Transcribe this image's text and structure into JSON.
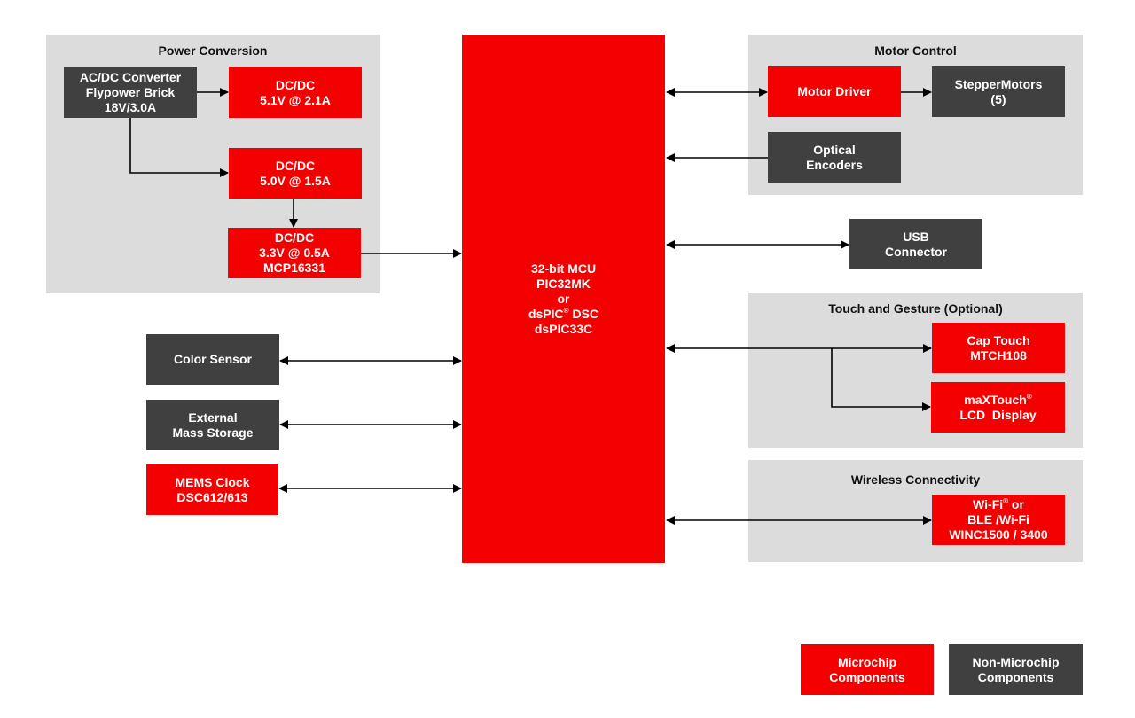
{
  "colors": {
    "microchip_red": "#f50000",
    "non_microchip_gray": "#404040",
    "group_bg": "#dcdcdc"
  },
  "groups": {
    "power": {
      "title": "Power Conversion"
    },
    "motor": {
      "title": "Motor Control"
    },
    "touch": {
      "title": "Touch and Gesture (Optional)"
    },
    "wireless": {
      "title": "Wireless Connectivity"
    }
  },
  "blocks": {
    "acdc": "AC/DC Converter\nFlypower Brick\n18V/3.0A",
    "dcdc_51": "DC/DC\n5.1V @ 2.1A",
    "dcdc_50": "DC/DC\n5.0V @ 1.5A",
    "dcdc_33": "DC/DC\n3.3V @ 0.5A\nMCP16331",
    "mcu_line1": "32-bit MCU",
    "mcu_line2": "PIC32MK",
    "mcu_line3": "or",
    "mcu_line4a": "dsPIC",
    "mcu_line4b": " DSC",
    "mcu_line5": "dsPIC33C",
    "registered": "®",
    "motor_driver": "Motor Driver",
    "stepper": "StepperMotors\n(5)",
    "optical": "Optical\nEncoders",
    "usb": "USB\nConnector",
    "color_sensor": "Color Sensor",
    "ext_storage": "External\nMass Storage",
    "mems_clock": "MEMS Clock\nDSC612/613",
    "cap_touch": "Cap Touch\nMTCH108",
    "maxtouch_a": "maXTouch",
    "maxtouch_b": "LCD  Display",
    "wifi_a": "Wi-Fi",
    "wifi_b": " or",
    "wifi_c": "BLE /Wi-Fi",
    "wifi_d": "WINC1500 / 3400"
  },
  "legend": {
    "microchip": "Microchip\nComponents",
    "non_microchip": "Non-Microchip\nComponents"
  }
}
